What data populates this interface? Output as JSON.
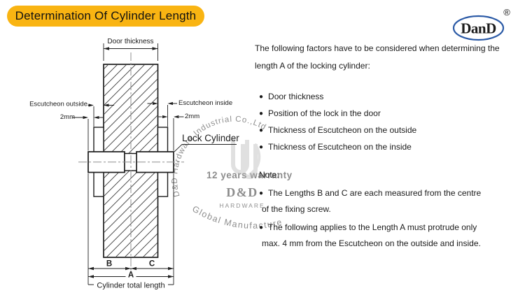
{
  "header": {
    "title": "Determination Of Cylinder Length"
  },
  "logo": {
    "name": "DanD",
    "registered": "®"
  },
  "content": {
    "bullet_char": "●",
    "intro_line1": "The following factors have to be considered when determining the",
    "intro_line2": "length A of the locking cylinder:",
    "factors": [
      "Door thickness",
      "Position of the lock in the door",
      "Thickness of Escutcheon on the outside",
      "Thickness of Escutcheon on the inside"
    ],
    "note_label": "Note:",
    "notes": [
      {
        "line1": "The Lengths B and C are each measured from the centre",
        "line2": "of the fixing screw."
      },
      {
        "line1": "The following applies to the Length A must protrude only",
        "line2": "max. 4 mm from the Escutcheon on the outside and inside."
      }
    ]
  },
  "diagram": {
    "labels": {
      "door_thickness": "Door thickness",
      "escutcheon_outside": "Escutcheon outside",
      "escutcheon_inside": "Escutcheon inside",
      "two_mm": "2mm",
      "lock_cylinder": "Lock Cylinder",
      "dim_b": "B",
      "dim_a": "A",
      "dim_c": "C",
      "cylinder_total_length": "Cylinder total length"
    }
  },
  "watermark": {
    "arc_top": "D&D Hardware Industrial Co.,Ltd",
    "line1": "12 years warranty",
    "brand": "D&D",
    "brand_sub": "HARDWARE",
    "arc_bottom": "Global Manufacture"
  },
  "colors": {
    "banner": "#F9B412",
    "logo_blue": "#2B5AA6",
    "line": "#1C1C1C",
    "centerline": "#8F8F8F",
    "watermark_grey": "#A5A5A5"
  }
}
